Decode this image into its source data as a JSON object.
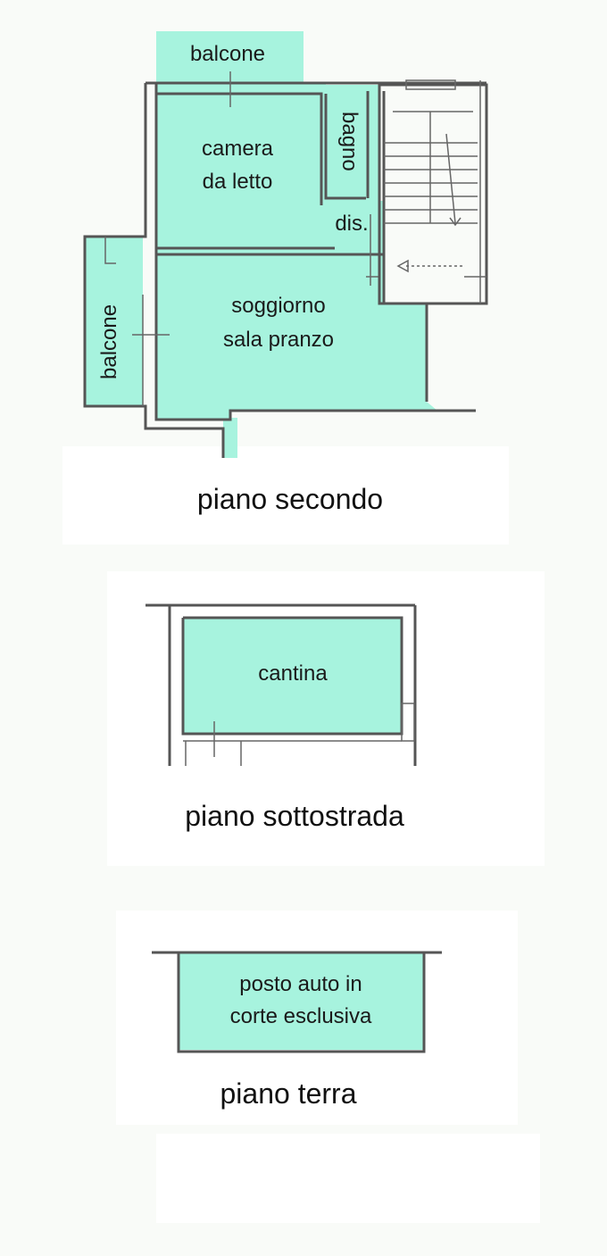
{
  "colors": {
    "room_fill": "#a7f3de",
    "wall": "#555555",
    "background": "#f9fbf8"
  },
  "floors": {
    "second": {
      "title": "piano secondo",
      "rooms": {
        "balcone_top": "balcone",
        "camera_line1": "camera",
        "camera_line2": "da letto",
        "bagno": "bagno",
        "dis": "dis.",
        "balcone_side": "balcone",
        "soggiorno_line1": "soggiorno",
        "soggiorno_line2": "sala pranzo"
      }
    },
    "basement": {
      "title": "piano sottostrada",
      "rooms": {
        "cantina": "cantina"
      }
    },
    "ground": {
      "title": "piano terra",
      "rooms": {
        "posto_line1": "posto auto in",
        "posto_line2": "corte esclusiva"
      }
    }
  }
}
